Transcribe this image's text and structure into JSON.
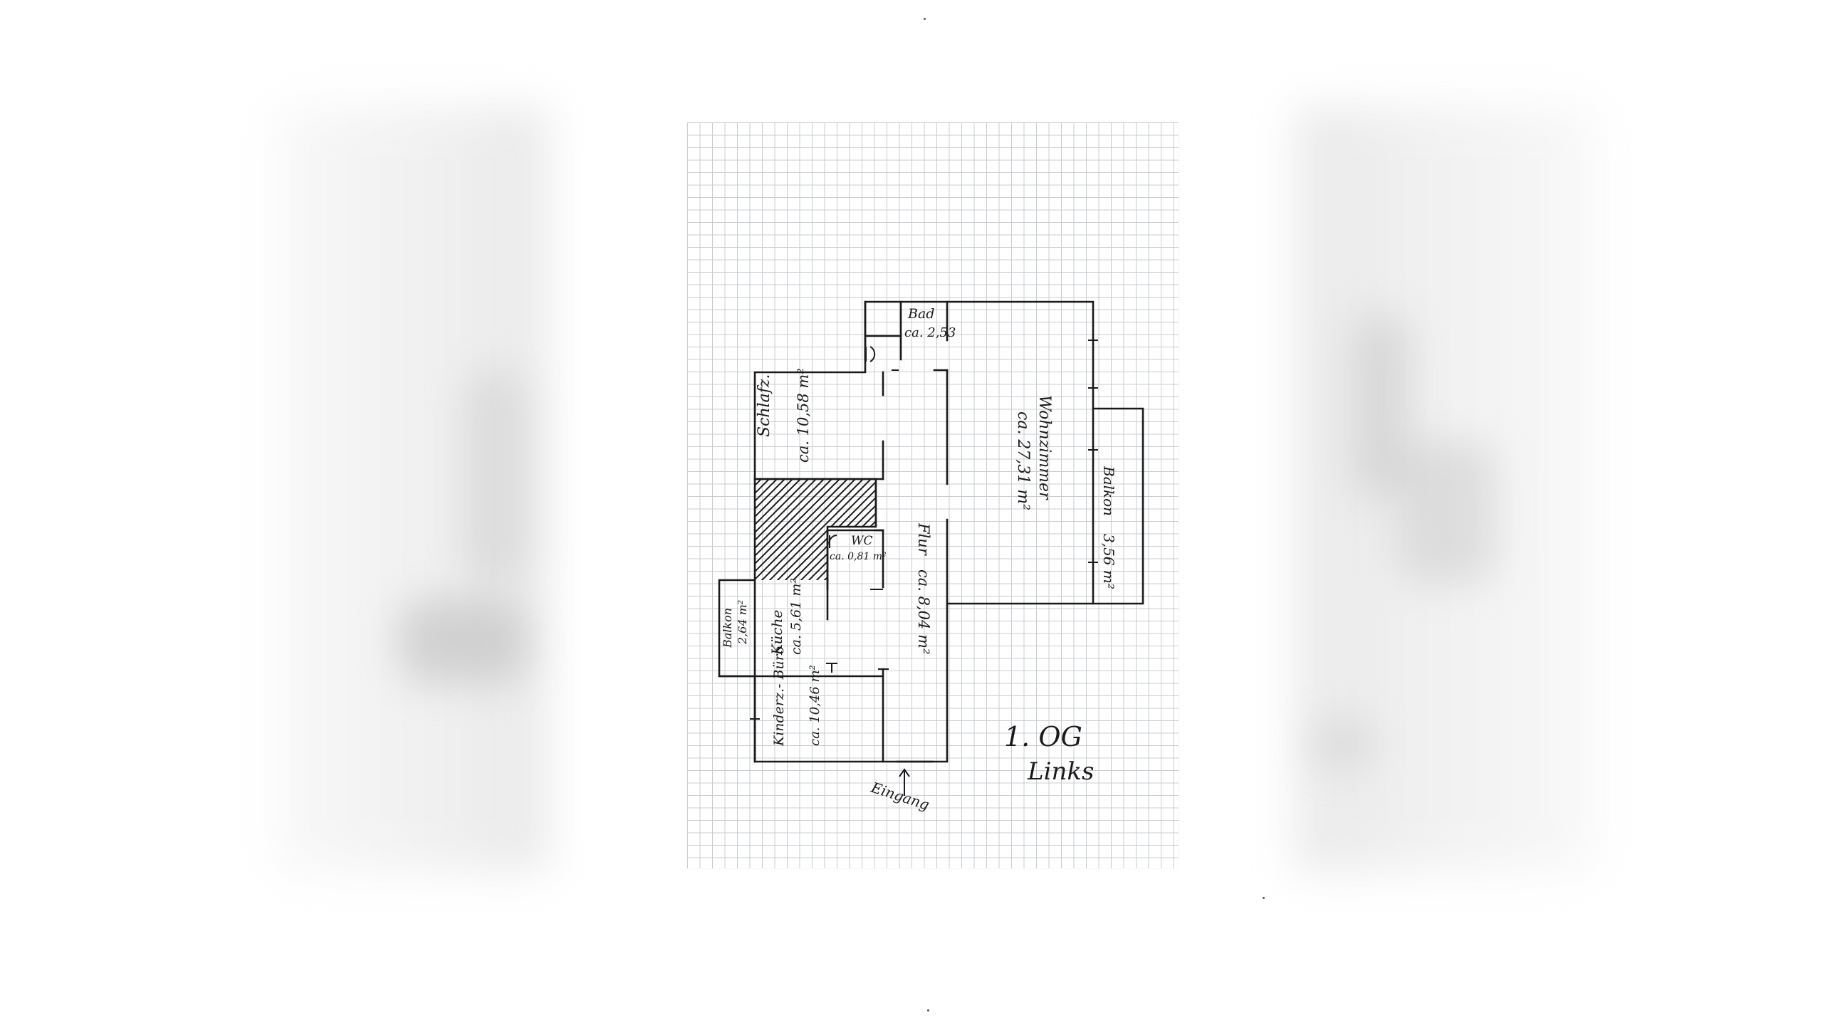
{
  "floor_plan": {
    "floor_label": {
      "line1": "1. OG",
      "line2": "Links"
    },
    "entrance_label": "Eingang",
    "rooms": {
      "bad": {
        "name": "Bad",
        "area": "ca. 2,53"
      },
      "wohnzimmer": {
        "name": "Wohnzimmer",
        "area": "ca. 27,31 m²"
      },
      "balkon_right": {
        "name": "Balkon",
        "area": "3,56 m²"
      },
      "schlafzimmer": {
        "name": "Schlafz.",
        "area": "ca. 10,58 m²"
      },
      "wc": {
        "name": "WC",
        "area": "ca. 0,81 m²"
      },
      "flur": {
        "name": "Flur",
        "area": "ca. 8,04 m²"
      },
      "balkon_left": {
        "name": "Balkon",
        "area": "2,64 m²"
      },
      "kueche": {
        "name": "Küche",
        "area": "ca. 5,61 m²"
      },
      "kinderzimmer": {
        "name": "Kinderz.- Büro",
        "area": "ca. 10,46 m²"
      }
    },
    "colors": {
      "ink": "#1a1a1a",
      "grid": "#c9ccd2",
      "paper": "#ffffff"
    }
  }
}
